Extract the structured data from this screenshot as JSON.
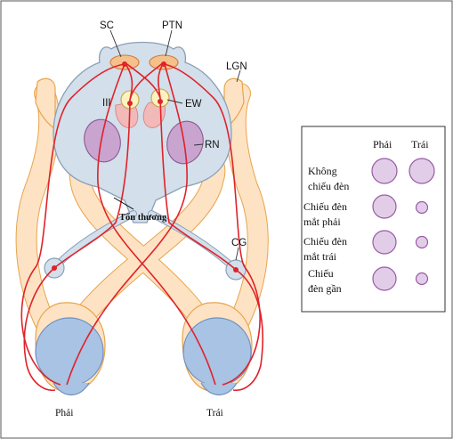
{
  "labels": {
    "sc": "SC",
    "ptn": "PTN",
    "lgn": "LGN",
    "iii": "III",
    "ew": "EW",
    "rn": "RN",
    "lesion": "Tổn thương",
    "cg": "CG",
    "eye_right": "Phải",
    "eye_left": "Trái"
  },
  "legend": {
    "col_right": "Phải",
    "col_left": "Trái",
    "rows": [
      {
        "line1": "Không",
        "line2": "chiếu đèn",
        "pupil_right": "large",
        "pupil_left": "large"
      },
      {
        "line1": "Chiếu đèn",
        "line2": "mắt phải",
        "pupil_right": "large",
        "pupil_left": "small"
      },
      {
        "line1": "Chiếu đèn",
        "line2": "mắt trái",
        "pupil_right": "large",
        "pupil_left": "small"
      },
      {
        "line1": "Chiếu",
        "line2": "đèn gần",
        "pupil_right": "large",
        "pupil_left": "small"
      }
    ]
  },
  "colors": {
    "brain": "#d3dfea",
    "brain_outline": "#8aa0b8",
    "tract": "#fde3c4",
    "tract_outline": "#e8a44c",
    "pathway": "#e0222a",
    "pupil_fill": "#e2cde8",
    "pupil_outline": "#9a5aa6",
    "eye": "#a8c3e4",
    "eye_outline": "#6e90bd",
    "rn_fill": "#c9a4cf",
    "nucleus_pink": "#f2b9b9",
    "nucleus_yellow": "#fbf2bf"
  }
}
